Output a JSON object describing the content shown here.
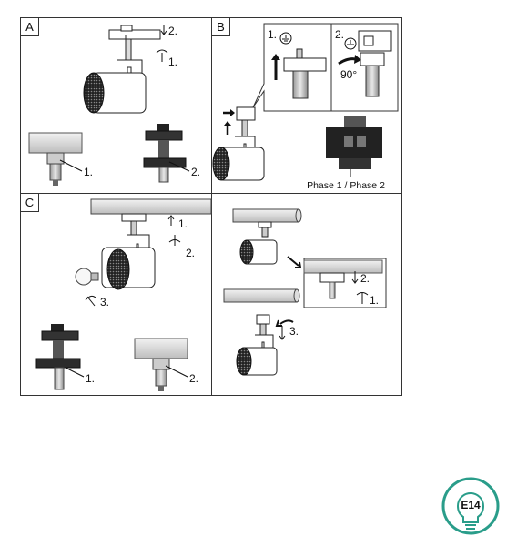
{
  "panels": {
    "a": {
      "letter": "A",
      "step1": "1.",
      "step2": "2.",
      "adapter_step1": "1.",
      "adapter_step2": "2."
    },
    "b": {
      "letter": "B",
      "inset1_num": "1.",
      "inset2_num": "2.",
      "rotation": "90°",
      "phase_caption": "Phase 1 / Phase 2"
    },
    "c": {
      "letter": "C",
      "step1": "1.",
      "step2": "2.",
      "step3": "3.",
      "adapter_step1": "1.",
      "adapter_step2": "2."
    },
    "d": {
      "step1": "1.",
      "step2": "2.",
      "step3": "3."
    }
  },
  "badge": {
    "text": "E14",
    "ring_color": "#2a9d8a",
    "text_color": "#2a9d8a"
  }
}
